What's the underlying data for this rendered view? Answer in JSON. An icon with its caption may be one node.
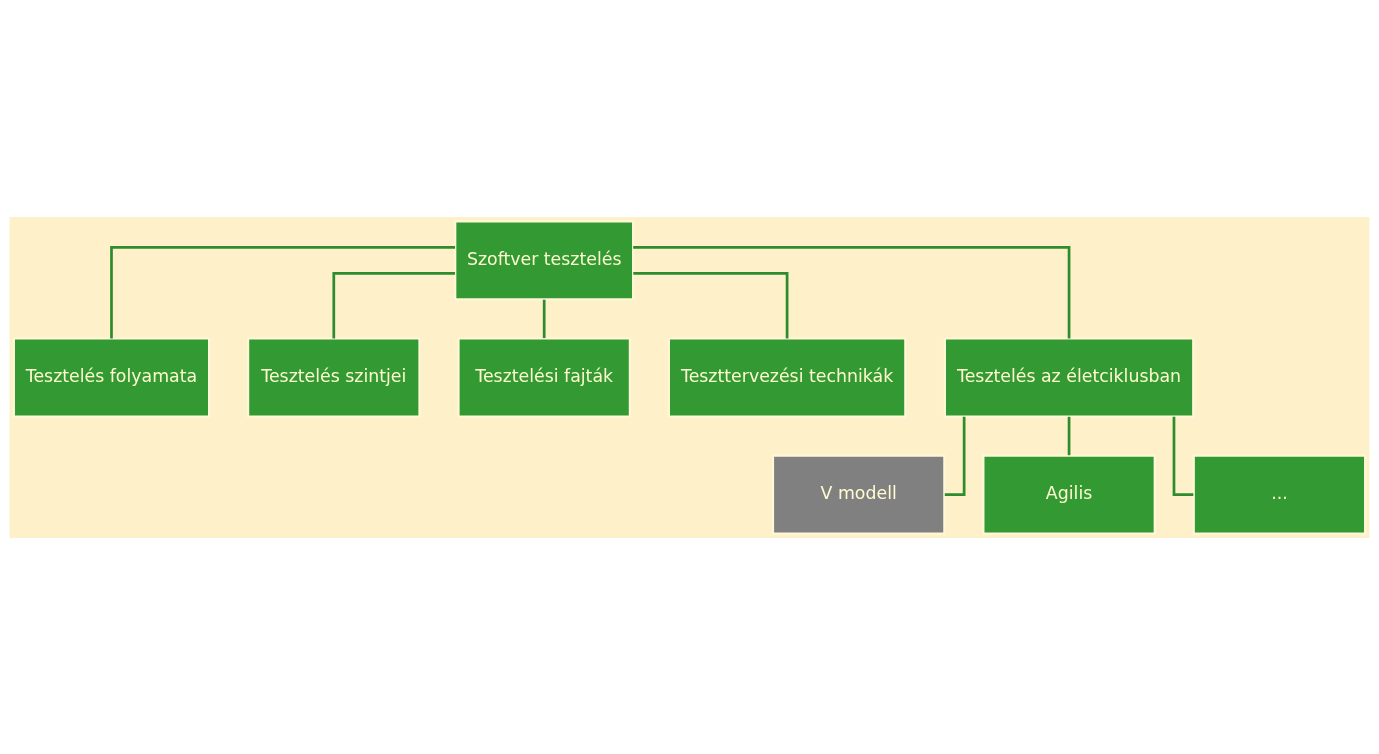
{
  "diagram": {
    "nodes": [
      {
        "text": [
          "Szoftver tesztelés"
        ]
      },
      {
        "text": [
          "Tesztelés folyamata"
        ]
      },
      {
        "text": [
          "Tesztelés szintjei"
        ]
      },
      {
        "text": [
          "Tesztelési fajták"
        ]
      },
      {
        "text": [
          "Teszttervezési technikák"
        ]
      },
      {
        "text": [
          "Tesztelés az életciklusban"
        ]
      },
      {
        "text": [
          "V modell"
        ]
      },
      {
        "text": [
          "Agilis"
        ]
      },
      {
        "text": [
          "..."
        ]
      }
    ],
    "edges": [
      {
        "from": 0,
        "to": 1,
        "arrow": "none"
      },
      {
        "from": 0,
        "to": 2,
        "arrow": "none"
      },
      {
        "from": 0,
        "to": 3,
        "arrow": "none"
      },
      {
        "from": 0,
        "to": 4,
        "arrow": "none"
      },
      {
        "from": 0,
        "to": 5,
        "arrow": "none"
      },
      {
        "from": 5,
        "to": 6,
        "arrow": "none"
      },
      {
        "from": 5,
        "to": 7,
        "arrow": "none"
      },
      {
        "from": 5,
        "to": 8,
        "arrow": "none"
      }
    ]
  }
}
